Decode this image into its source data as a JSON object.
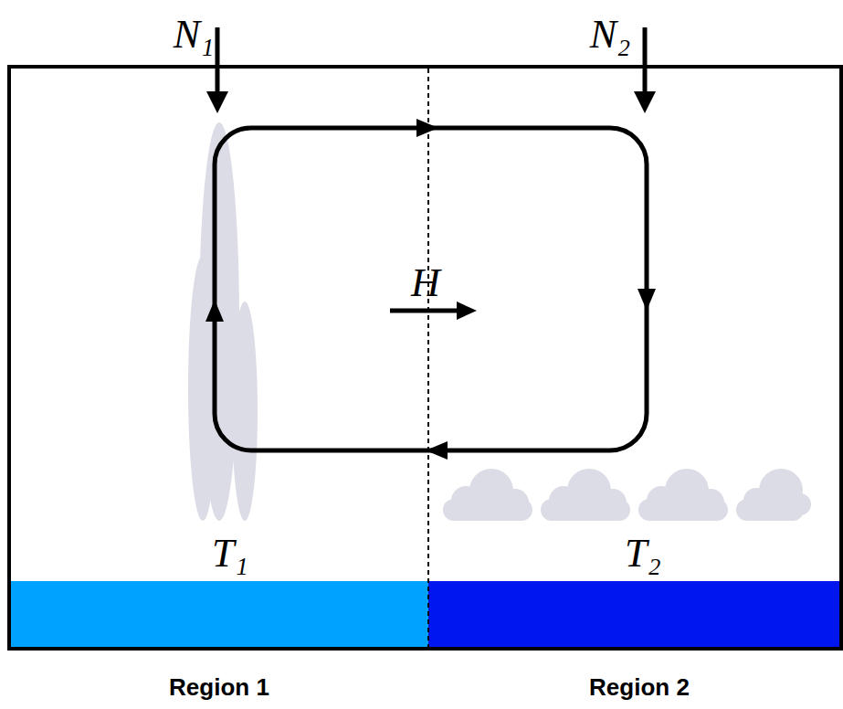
{
  "diagram": {
    "labels": [
      "N₁",
      "N₂",
      "H",
      "T₁",
      "T₂",
      "Region 1",
      "Region 2"
    ]
  }
}
